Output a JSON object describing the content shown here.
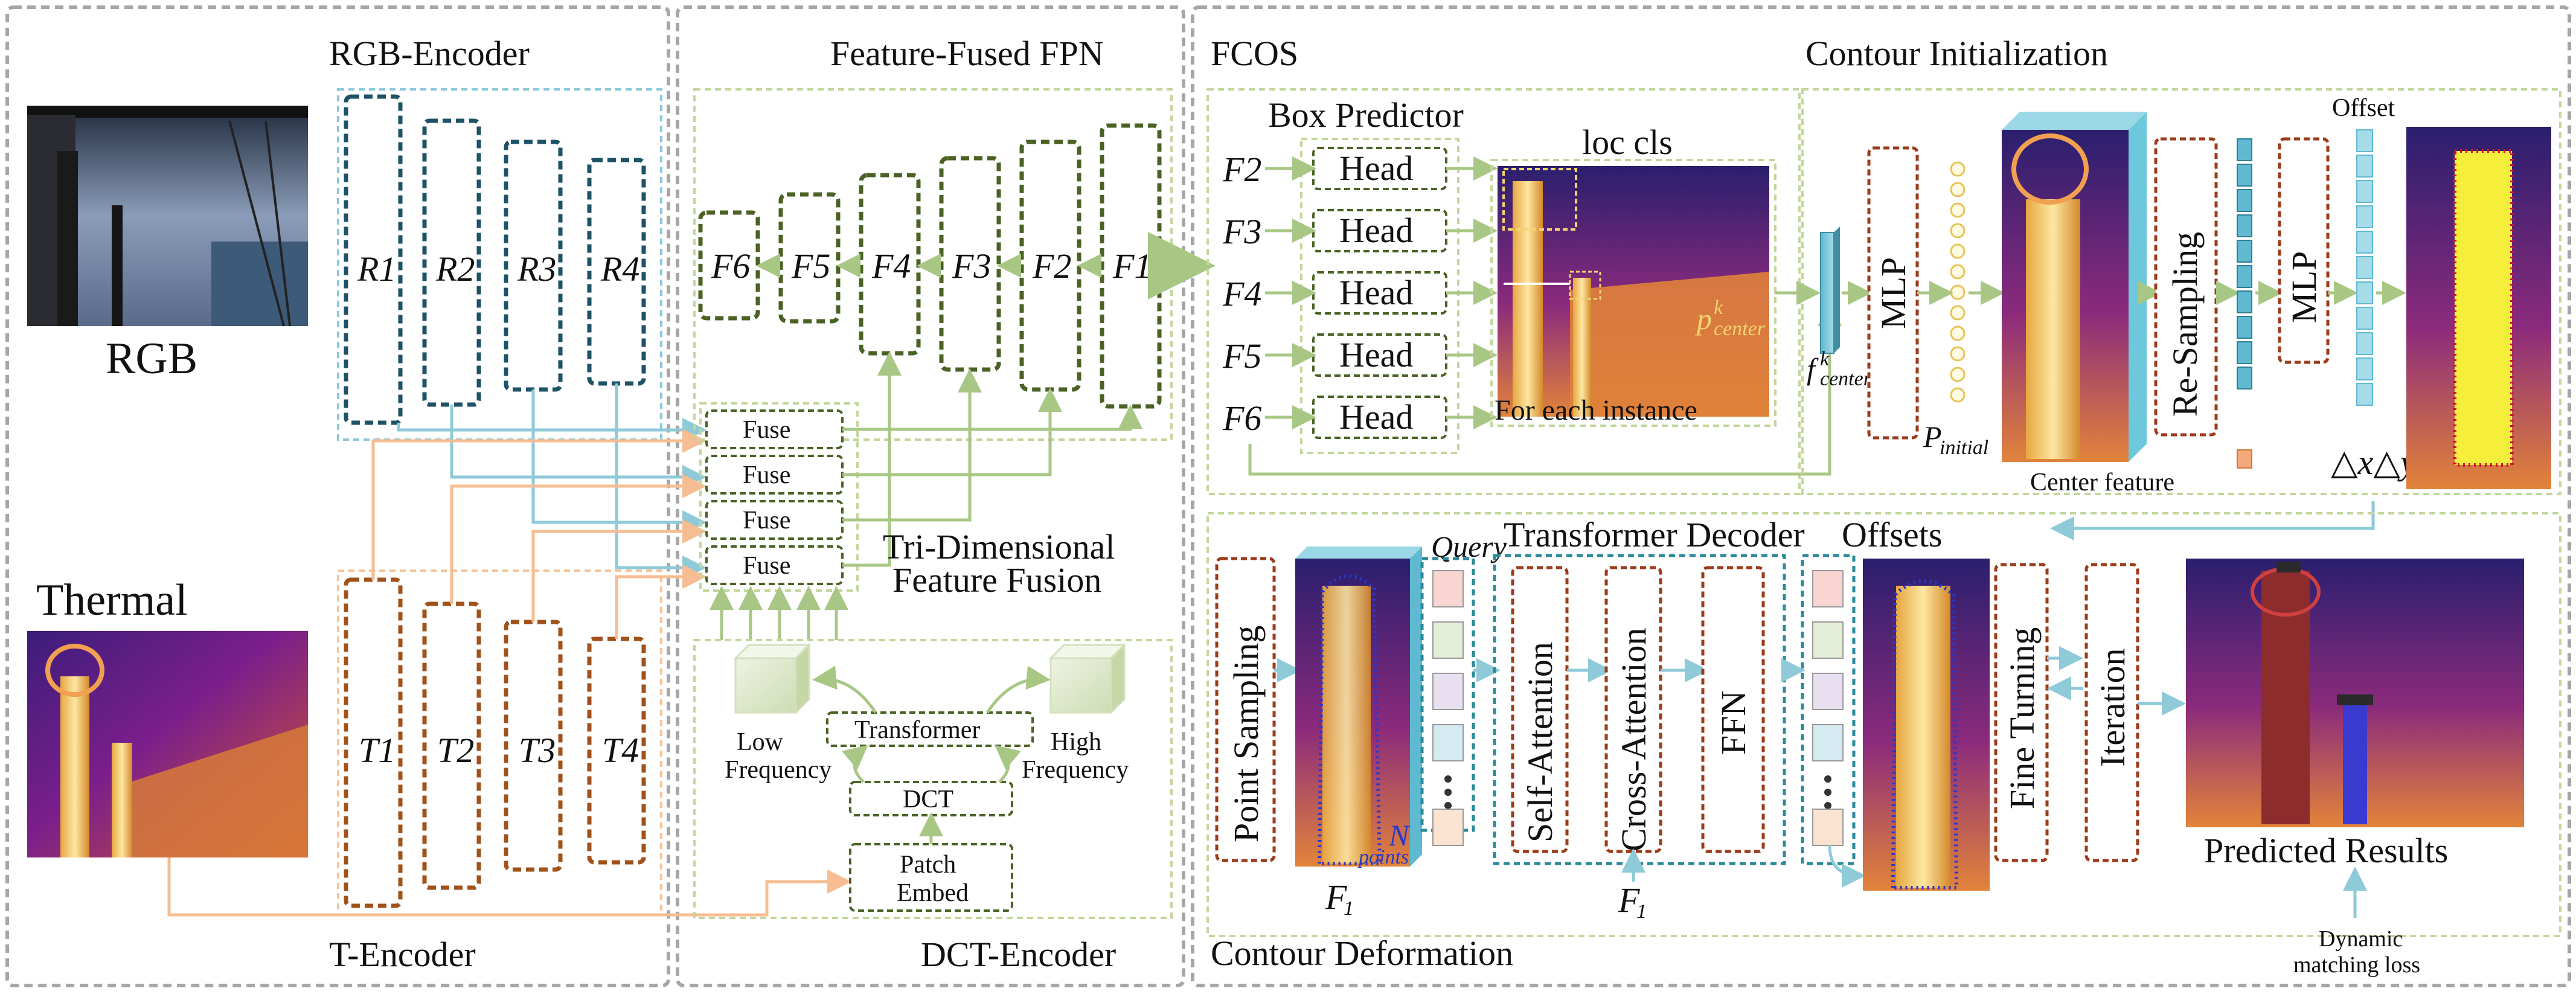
{
  "sections": {
    "rgb_encoder": "RGB-Encoder",
    "t_encoder": "T-Encoder",
    "feature_fused_fpn": "Feature-Fused FPN",
    "dct_encoder": "DCT-Encoder",
    "fcos": "FCOS",
    "contour_initialization": "Contour Initialization",
    "contour_deformation": "Contour Deformation"
  },
  "inputs": {
    "rgb": "RGB",
    "thermal": "Thermal"
  },
  "rgb_blocks": [
    "R1",
    "R2",
    "R3",
    "R4"
  ],
  "thermal_blocks": [
    "T1",
    "T2",
    "T3",
    "T4"
  ],
  "fpn_blocks": [
    "F6",
    "F5",
    "F4",
    "F3",
    "F2",
    "F1"
  ],
  "fuse_label": "Fuse",
  "fusion_caption": [
    "Tri-Dimensional",
    "Feature Fusion"
  ],
  "dct": {
    "low": [
      "Low",
      "Frequency"
    ],
    "high": [
      "High",
      "Frequency"
    ],
    "transformer": "Transformer",
    "dct": "DCT",
    "patch_embed": [
      "Patch",
      "Embed"
    ]
  },
  "box_predictor": {
    "title": "Box Predictor",
    "levels": [
      "F2",
      "F3",
      "F4",
      "F5",
      "F6"
    ],
    "head": "Head",
    "loc_cls": "loc cls",
    "for_each": "For each instance",
    "p_center": "p",
    "p_center_sup": "k",
    "p_center_sub": "center"
  },
  "contour_init": {
    "f_center": "f",
    "f_center_sup": "k",
    "f_center_sub": "center",
    "mlp": "MLP",
    "p_initial": "P",
    "p_initial_sub": "initial",
    "center_feature": "Center feature",
    "resampling": "Re-Sampling",
    "mlp2": "MLP",
    "offset": "Offset",
    "delta": "△x△y"
  },
  "deformation": {
    "point_sampling": "Point Sampling",
    "query": "Query",
    "decoder_title": "Transformer Decoder",
    "offsets": "Offsets",
    "self_attention": "Self-Attention",
    "cross_attention": "Cross-Attention",
    "ffn": "FFN",
    "fine_tuning": "Fine Turning",
    "iteration": "Iteration",
    "n_points": "N",
    "n_points_sub": "points",
    "f1_tilde": "F",
    "f1_tilde_sub": "1",
    "predicted": "Predicted Results",
    "dynamic_loss": [
      "Dynamic",
      "matching loss"
    ]
  },
  "colors": {
    "panel_border": "#a6a6a6",
    "rgb_block": "#1e5266",
    "thermal_block": "#a0521a",
    "fpn_block": "#4a6224",
    "arrow_green": "#a8c785",
    "arrow_blue": "#8ecad8",
    "arrow_orange": "#f6bd92"
  },
  "icons": [
    "arrow-icon",
    "cube-icon",
    "feature-stack-icon",
    "image-thumbnail"
  ]
}
